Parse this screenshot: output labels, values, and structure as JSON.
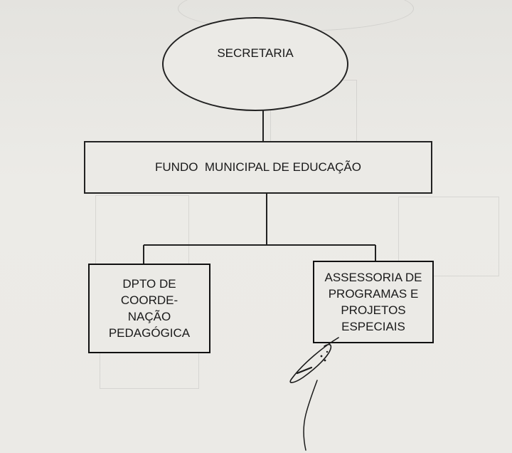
{
  "diagram": {
    "root": {
      "label": "SECRETARIA"
    },
    "fund": {
      "label": "FUNDO  MUNICIPAL DE EDUCAÇÃO"
    },
    "children": [
      {
        "lines": [
          "DPTO DE",
          "COORDE-",
          "NAÇÃO",
          "PEDAGÓGICA"
        ]
      },
      {
        "lines": [
          "ASSESSORIA DE",
          "PROGRAMAS E",
          "PROJETOS",
          "ESPECIAIS"
        ]
      }
    ]
  },
  "colors": {
    "paper": "#ebeae6",
    "ink": "#1a1a1a"
  }
}
